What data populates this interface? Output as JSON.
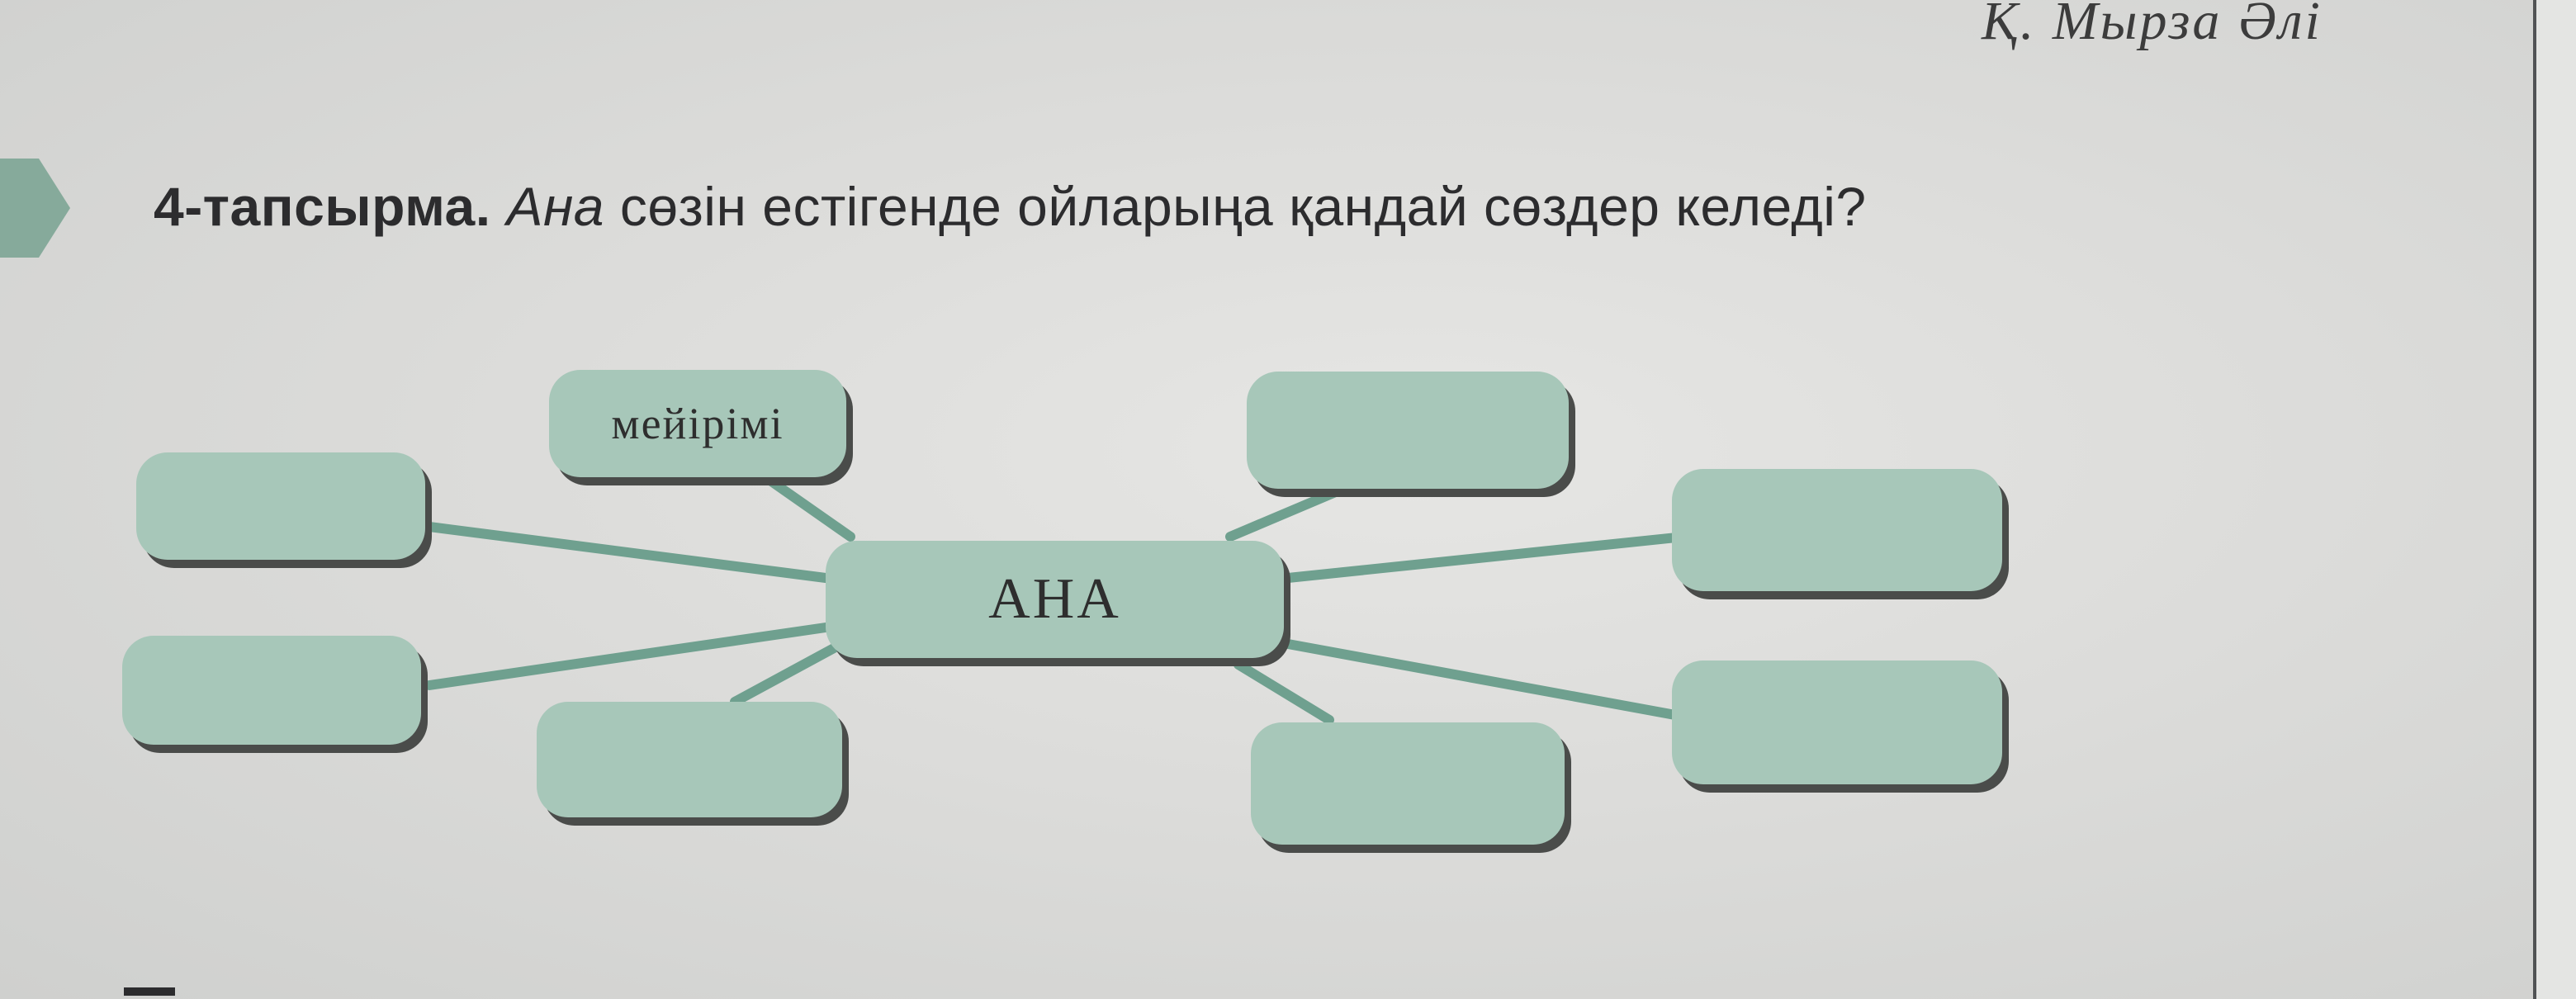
{
  "header": {
    "author": "Қ. Мырза Әлі"
  },
  "task": {
    "number_label": "4-тапсырма.",
    "italic_word": "Ана",
    "question_rest": " сөзін естігенде ойларыңа қандай сөздер келеді?"
  },
  "diagram": {
    "center_label": "АНА",
    "filled_word": "мейірімі",
    "colors": {
      "bubble_fill": "#a7c7b9",
      "connector": "#6fa08f",
      "arrow": "#86aa9b"
    }
  }
}
